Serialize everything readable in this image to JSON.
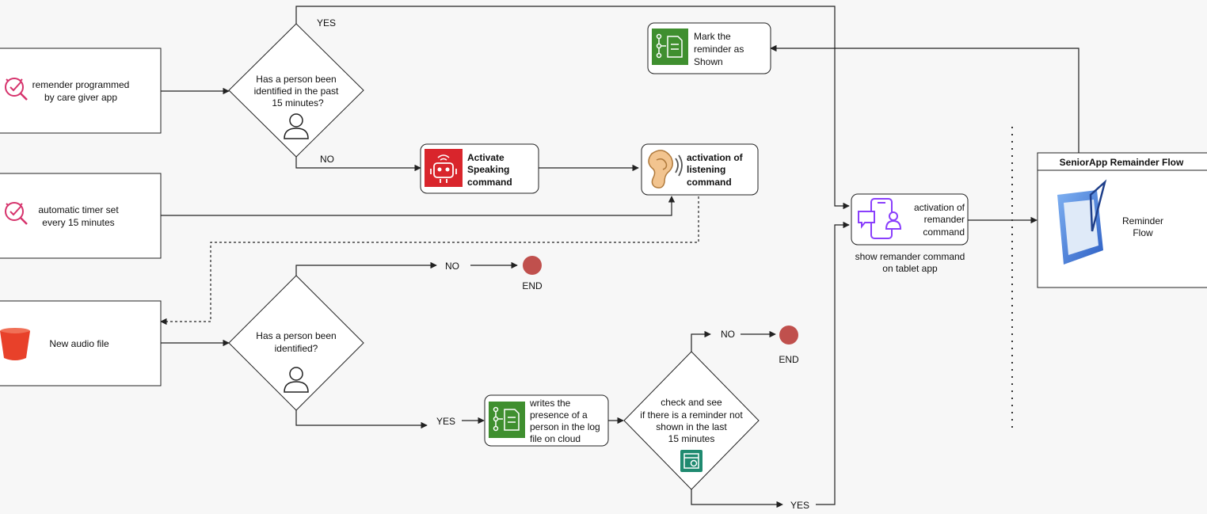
{
  "diagram": {
    "remainder_programmed": {
      "line1": "remender programmed",
      "line2": "by care giver app"
    },
    "automatic_timer": {
      "line1": "automatic timer set",
      "line2": "every 15 minutes"
    },
    "new_audio": {
      "label": "New audio file"
    },
    "decision_past15": {
      "line1": "Has a person been",
      "line2": "identified in the past",
      "line3": "15 minutes?"
    },
    "decision_identified": {
      "line1": "Has a person been",
      "line2": "identified?"
    },
    "decision_check": {
      "line1": "check and see",
      "line2": "if there is a reminder not",
      "line3": "shown in the last",
      "line4": "15 minutes"
    },
    "mark_shown": {
      "line1": "Mark the",
      "line2": "reminder as",
      "line3": "Shown"
    },
    "activate_speaking": {
      "line1": "Activate",
      "line2": "Speaking",
      "line3": "command"
    },
    "activation_listening": {
      "line1": "activation of",
      "line2": "listening",
      "line3": "command"
    },
    "writes_presence": {
      "line1": "writes the",
      "line2": "presence of a",
      "line3": "person in the log",
      "line4": "file on cloud"
    },
    "activation_remander": {
      "line1": "activation of",
      "line2": "remander",
      "line3": "command"
    },
    "show_remander": {
      "line1": "show remander command",
      "line2": "on tablet app"
    },
    "flow_panel": {
      "title": "SeniorApp Remainder Flow",
      "line1": "Reminder",
      "line2": "Flow"
    },
    "edge_labels": {
      "yes": "YES",
      "no": "NO",
      "end": "END"
    }
  },
  "colors": {
    "pink_icon": "#d6336c",
    "red_bucket": "#e8412a",
    "robot_red": "#d9252c",
    "green_icon": "#3f8f2f",
    "teal_icon": "#1f8a70",
    "purple_icon": "#8a3ffc",
    "end_node": "#c0504d",
    "tablet_blue": "#3a78d8"
  },
  "icons": [
    "clock-search-icon",
    "bucket-icon",
    "person-icon",
    "robot-icon",
    "ear-icon",
    "flowchart-doc-icon",
    "search-doc-icon",
    "tablet-chat-icon",
    "tablet-pen-icon"
  ]
}
